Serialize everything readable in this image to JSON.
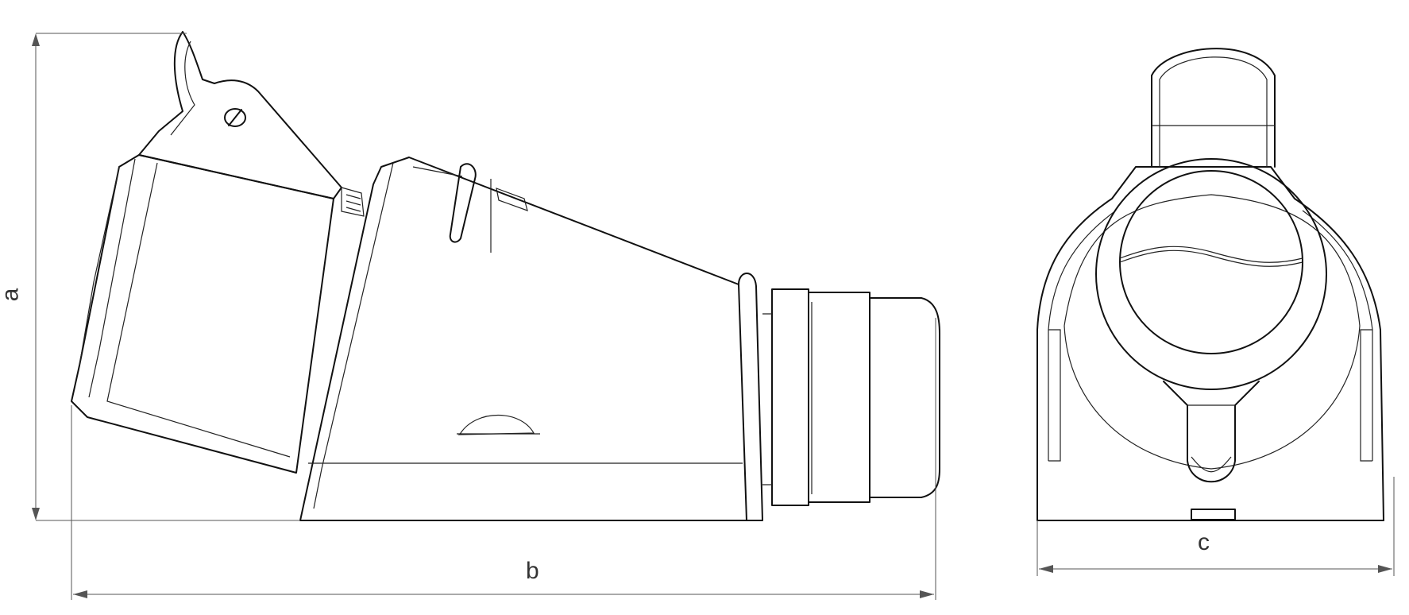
{
  "dimensions": {
    "height_label": "a",
    "length_label": "b",
    "width_label": "c"
  },
  "colors": {
    "outline": "#111111",
    "dimension_line": "#555555",
    "background": "#ffffff"
  }
}
